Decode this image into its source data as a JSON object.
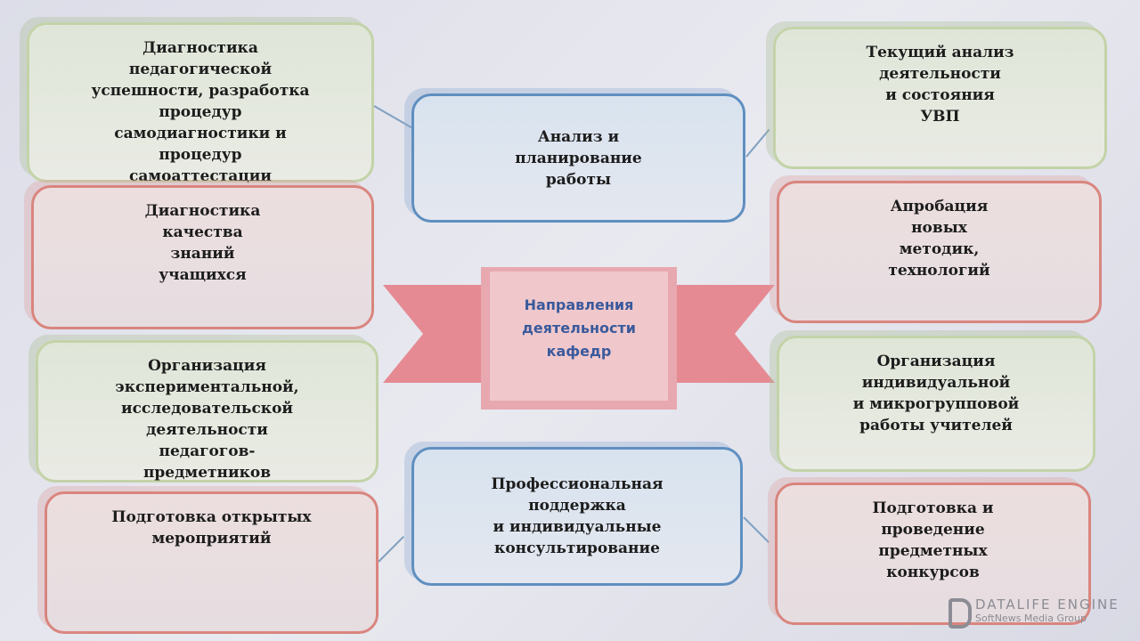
{
  "center": {
    "title": [
      "Направления",
      "деятельности",
      "кафедр"
    ]
  },
  "left": [
    {
      "lines": [
        "Диагностика",
        "педагогической",
        "успешности, разработка",
        "процедур",
        "самодиагностики и",
        "процедур",
        "самоаттестации"
      ],
      "color": "green"
    },
    {
      "lines": [
        "Диагностика",
        "качества",
        "знаний",
        "учащихся"
      ],
      "color": "red"
    },
    {
      "lines": [
        "Организация",
        "экспериментальной,",
        "исследовательской",
        "деятельности",
        "педагогов-",
        "предметников"
      ],
      "color": "green"
    },
    {
      "lines": [
        "Подготовка открытых",
        "мероприятий"
      ],
      "color": "red"
    }
  ],
  "middle": [
    {
      "lines": [
        "Анализ и",
        "планирование",
        "работы"
      ]
    },
    {
      "lines": [
        "Профессиональная",
        "поддержка",
        "и индивидуальные",
        "консультирование"
      ]
    }
  ],
  "right": [
    {
      "lines": [
        "Текущий анализ",
        "деятельности",
        "и состояния",
        "УВП"
      ],
      "color": "green"
    },
    {
      "lines": [
        "Апробация",
        "новых",
        "методик,",
        "технологий"
      ],
      "color": "red"
    },
    {
      "lines": [
        "Организация",
        "индивидуальной",
        "и микрогрупповой",
        "работы учителей"
      ],
      "color": "green"
    },
    {
      "lines": [
        "Подготовка и",
        "проведение",
        "предметных",
        "конкурсов"
      ],
      "color": "red"
    }
  ],
  "watermark": {
    "brand": "DATALIFE ENGINE",
    "sub": "SoftNews Media Group"
  }
}
